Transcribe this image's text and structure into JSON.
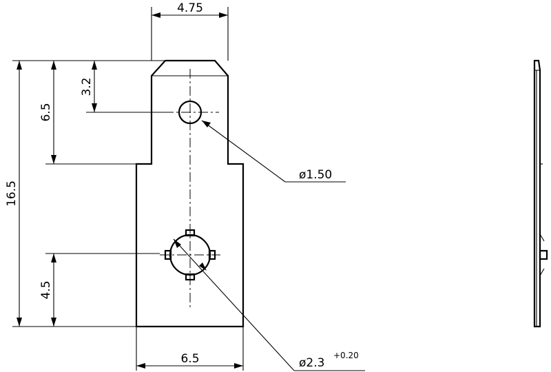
{
  "dimensions": {
    "top_width": "4.75",
    "bottom_width": "6.5",
    "overall_height": "16.5",
    "shoulder_height": "6.5",
    "small_hole_position": "3.2",
    "large_hole_position": "4.5",
    "small_hole_dia": "ø1.50",
    "large_hole_dia": "ø2.3",
    "large_hole_tolerance": "+0.20"
  }
}
